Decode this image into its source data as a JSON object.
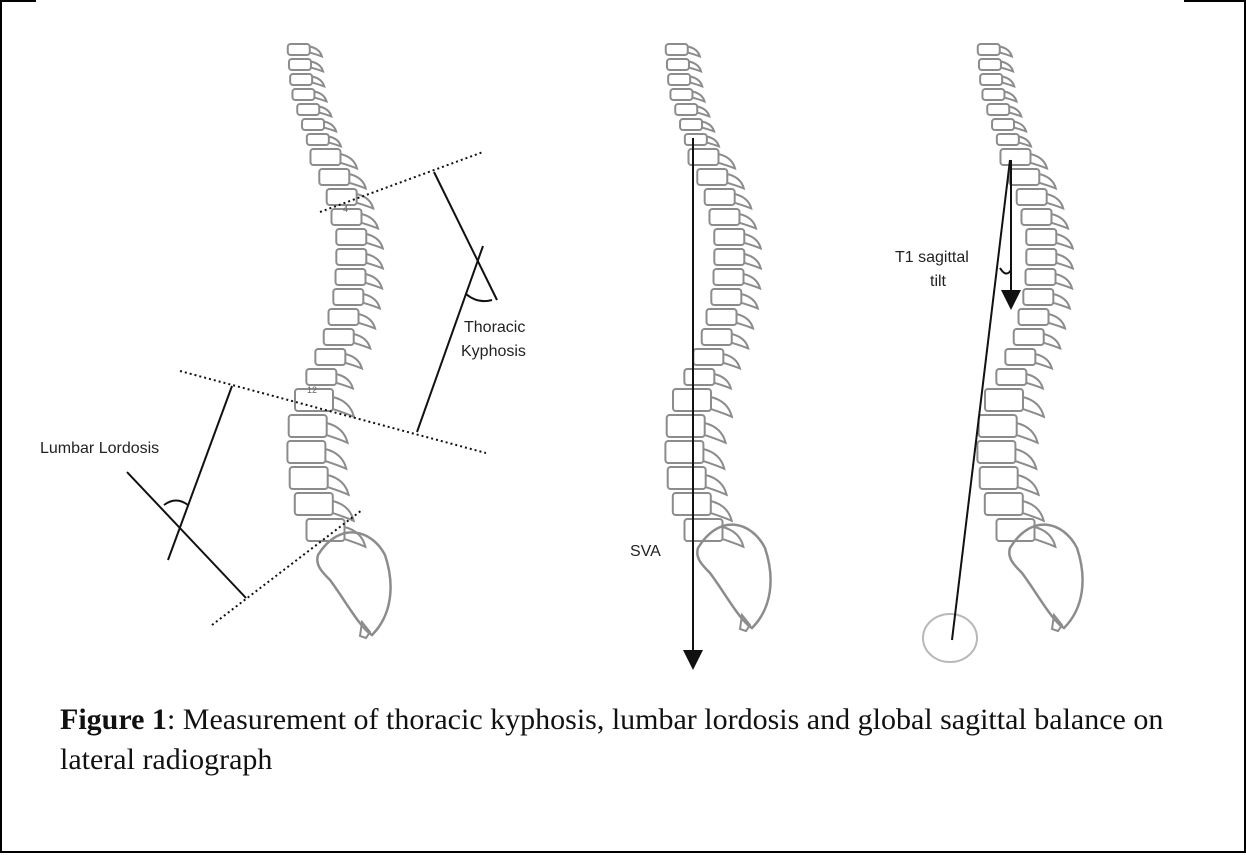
{
  "labels": {
    "thoracic_1": "Thoracic",
    "thoracic_2": "Kyphosis",
    "lumbar": "Lumbar Lordosis",
    "sva": "SVA",
    "t1_1": "T1 sagittal",
    "t1_2": "tilt",
    "vert_t4": "4",
    "vert_t12": "12"
  },
  "caption": {
    "figure_label": "Figure 1",
    "text": ": Measurement of thoracic kyphosis, lumbar lordosis and global sagittal balance on lateral radiograph"
  },
  "colors": {
    "bone_outline": "#8c8c8c",
    "line": "#111111"
  }
}
